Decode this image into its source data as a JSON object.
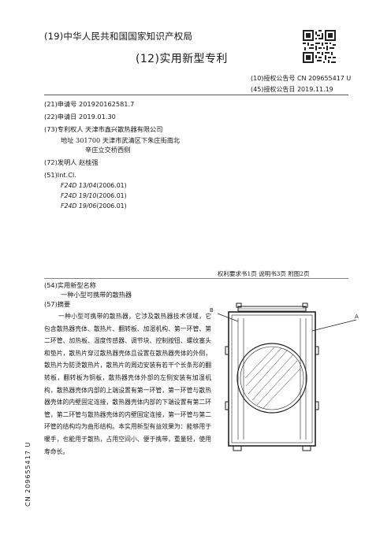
{
  "header": {
    "office": "(19)中华人民共和国国家知识产权局",
    "doc_type": "(12)实用新型专利",
    "pub_number_label": "(10)授权公告号",
    "pub_number": "CN 209655417 U",
    "pub_date_label": "(45)授权公告日",
    "pub_date": "2019.11.19"
  },
  "biblio": {
    "app_no_label": "(21)申请号",
    "app_no": "201920162581.7",
    "app_date_label": "(22)申请日",
    "app_date": "2019.01.30",
    "patentee_label": "(73)专利权人",
    "patentee": "天津市鑫兴散热器有限公司",
    "address_label": "地址",
    "address_line1": "301700 天津市武清区下朱庄街南北",
    "address_line2": "辛庄立交桥西侧",
    "inventor_label": "(72)发明人",
    "inventor": "赵桂强",
    "int_cl_label": "(51)Int.Cl.",
    "ipc": [
      {
        "code": "F24D 13/04",
        "year": "(2006.01)"
      },
      {
        "code": "F24D 19/10",
        "year": "(2006.01)"
      },
      {
        "code": "F24D 19/06",
        "year": "(2006.01)"
      }
    ]
  },
  "counts": "权利要求书1页   说明书3页   附图2页",
  "title_label": "(54)实用新型名称",
  "title": "一种小型可携带的散热器",
  "abstract_label": "(57)摘要",
  "abstract": "一种小型可携带的散热器，它涉及散热器技术领域，它包含散热器壳体、散热片、翻转板、加湿机构、第一环管、第二环管、加热板、温度传感器、调节块、控制按钮、螺纹塞头和垫片，散热片穿过散热器壳体且设置在散热器壳体的外侧，散热片为防烫散热片，散热片的周边安装有若干个长条形的翻转板，翻转板为铜板，散热器壳体外部的左侧安装有加湿机构，散热器壳体内部的上端设置有第一环管，第一环管与散热器壳体的内壁固定连接，散热器壳体内部的下端设置有第二环管，第二环管与散热器壳体的内壁固定连接，第一环管与第二环管的结构均为曲形结构。本实用新型有益效果为：能够用于暖手，也能用于散热，占用空间小、便于携带，重量轻，使用寿命长。",
  "sidebar_code": "CN 209655417 U",
  "drawing_labels": {
    "a": "A",
    "b": "B"
  }
}
